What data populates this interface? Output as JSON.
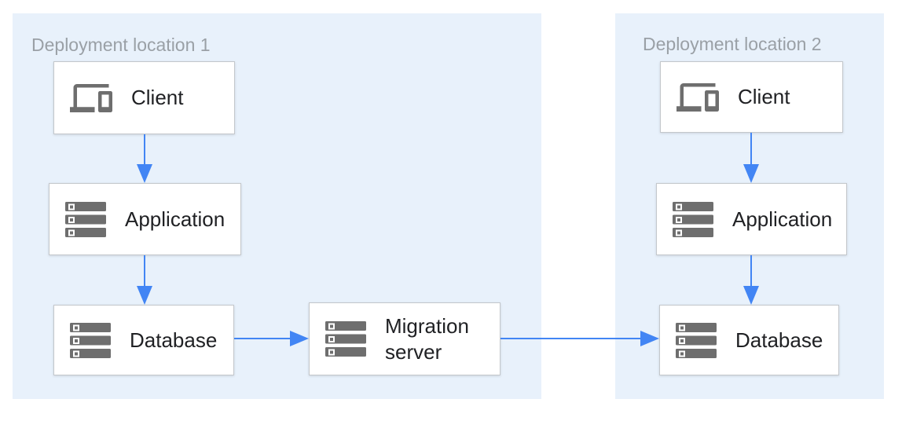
{
  "diagram": {
    "regions": [
      {
        "id": "deployment-location-1",
        "label": "Deployment location 1",
        "nodes": [
          {
            "id": "client-1",
            "label": "Client",
            "icon": "devices-icon"
          },
          {
            "id": "application-1",
            "label": "Application",
            "icon": "servers-icon"
          },
          {
            "id": "database-1",
            "label": "Database",
            "icon": "servers-icon"
          }
        ]
      },
      {
        "id": "deployment-location-2",
        "label": "Deployment location 2",
        "nodes": [
          {
            "id": "client-2",
            "label": "Client",
            "icon": "devices-icon"
          },
          {
            "id": "application-2",
            "label": "Application",
            "icon": "servers-icon"
          },
          {
            "id": "database-2",
            "label": "Database",
            "icon": "servers-icon"
          }
        ]
      }
    ],
    "nodes_outside_regions": [
      {
        "id": "migration-server",
        "label": "Migration server",
        "icon": "servers-icon"
      }
    ],
    "connections": [
      {
        "from": "client-1",
        "to": "application-1",
        "direction": "down"
      },
      {
        "from": "application-1",
        "to": "database-1",
        "direction": "down"
      },
      {
        "from": "database-1",
        "to": "migration-server",
        "direction": "right"
      },
      {
        "from": "migration-server",
        "to": "database-2",
        "direction": "right"
      },
      {
        "from": "client-2",
        "to": "application-2",
        "direction": "down"
      },
      {
        "from": "application-2",
        "to": "database-2",
        "direction": "down"
      }
    ],
    "colors": {
      "region_background": "#e8f1fb",
      "region_label": "#9aa0a6",
      "node_background": "#ffffff",
      "node_border": "#c3c7cb",
      "node_label": "#202124",
      "icon": "#6e6e6e",
      "arrow": "#4285f4"
    }
  }
}
